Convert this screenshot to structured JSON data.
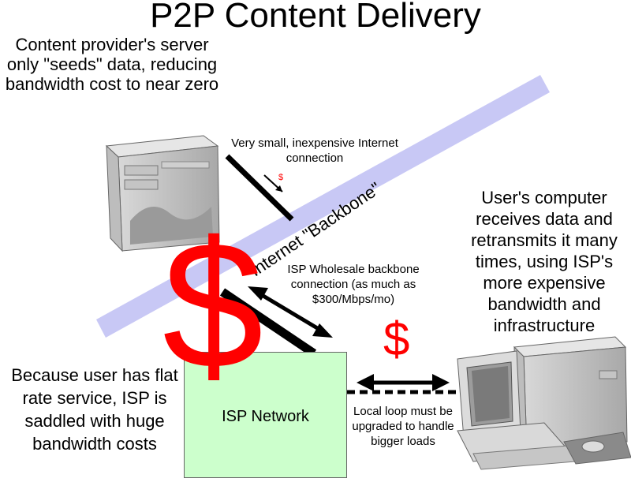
{
  "title": "P2P Content Delivery",
  "provider_caption": "Content provider's server only \"seeds\" data, reducing bandwidth cost to near zero",
  "small_connection_caption": "Very small, inexpensive Internet connection",
  "small_dollar": "$",
  "backbone_label": "Internet \"Backbone\"",
  "user_caption": "User's computer receives data and retransmits it many times, using ISP's more expensive bandwidth and infrastructure",
  "isp_wholesale_caption": "ISP Wholesale backbone connection (as much as $300/Mbps/mo)",
  "big_dollar": "$",
  "medium_dollar": "$",
  "flat_rate_caption": "Because user has flat rate service, ISP is saddled with huge bandwidth costs",
  "isp_network_label": "ISP Network",
  "local_loop_caption": "Local loop must be upgraded to handle bigger loads",
  "colors": {
    "backbone_band": "#c8c8f5",
    "isp_box": "#ccffcc",
    "dollar_red": "#ff0000"
  }
}
